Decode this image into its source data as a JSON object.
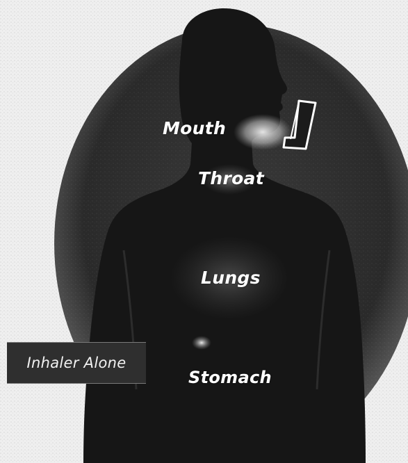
{
  "diagram": {
    "scenario_label": "Inhaler Alone",
    "organ_labels": {
      "mouth": "Mouth",
      "throat": "Throat",
      "lungs": "Lungs",
      "stomach": "Stomach"
    }
  },
  "colors": {
    "background": "#f2f2f2",
    "oval_backdrop": "#262626",
    "silhouette": "#161616",
    "label_text": "#ffffff",
    "banner": "#2f2f2f",
    "deposition_highlight": "#e6e6e6"
  },
  "icons": {
    "inhaler": "inhaler-icon"
  }
}
